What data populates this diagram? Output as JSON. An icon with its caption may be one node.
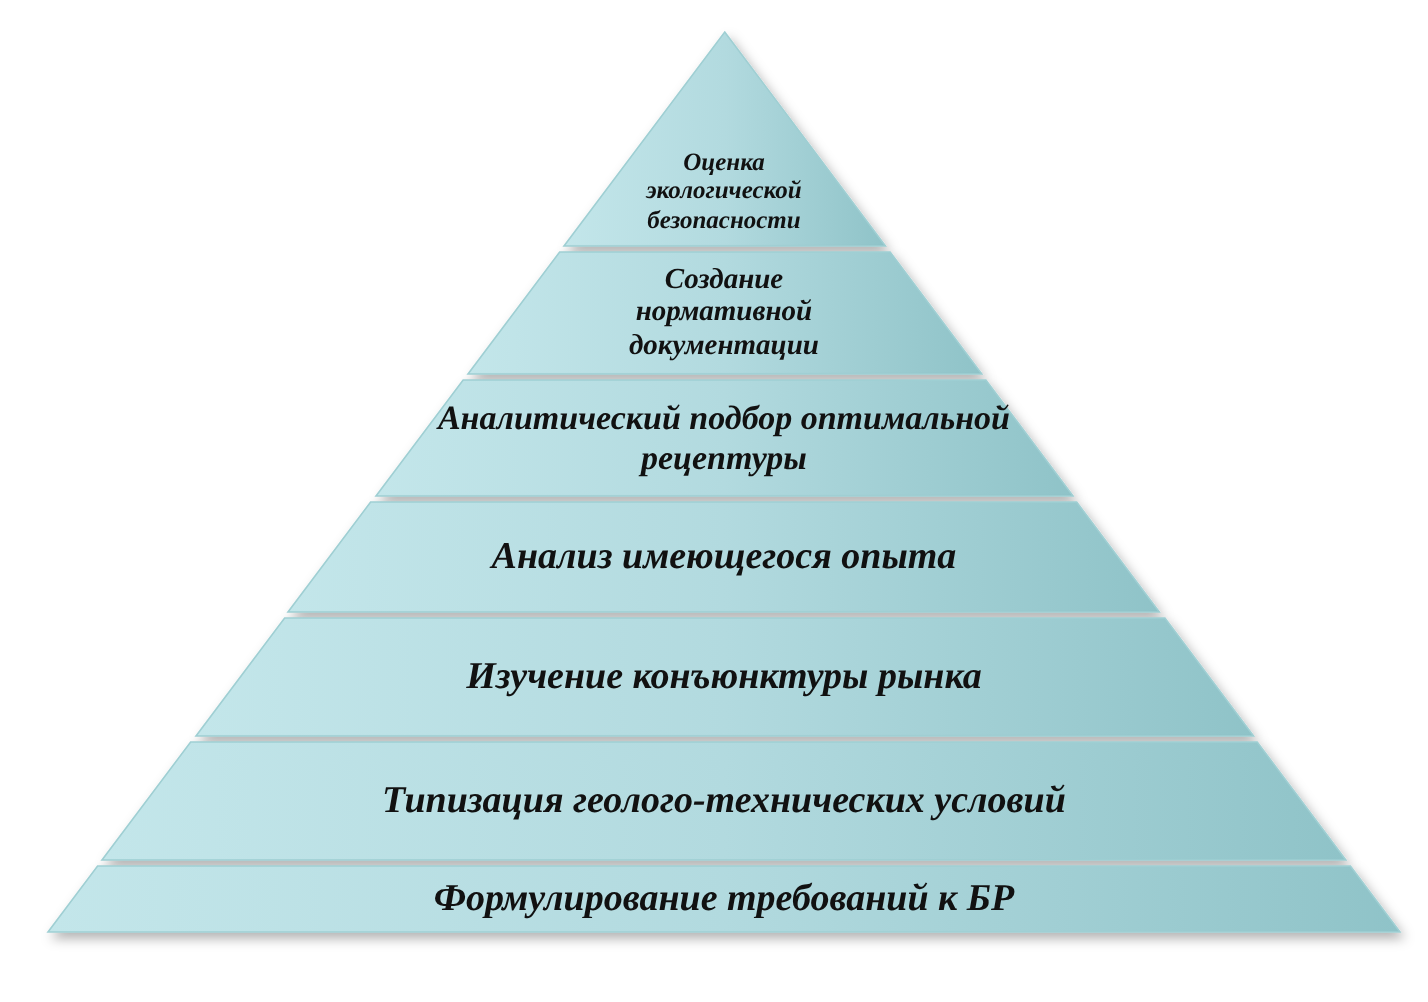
{
  "diagram": {
    "nodes": [
      {
        "text": [
          "Оценка экологической безопасности"
        ]
      },
      {
        "text": [
          "Создание нормативной документации"
        ]
      },
      {
        "text": [
          "Аналитический подбор оптимальной рецептуры"
        ]
      },
      {
        "text": [
          "Анализ имеющегося опыта"
        ]
      },
      {
        "text": [
          "Изучение конъюнктуры рынка"
        ]
      },
      {
        "text": [
          "Типизация геолого-технических условий"
        ]
      },
      {
        "text": [
          "Формулирование требований к БР"
        ]
      }
    ]
  }
}
